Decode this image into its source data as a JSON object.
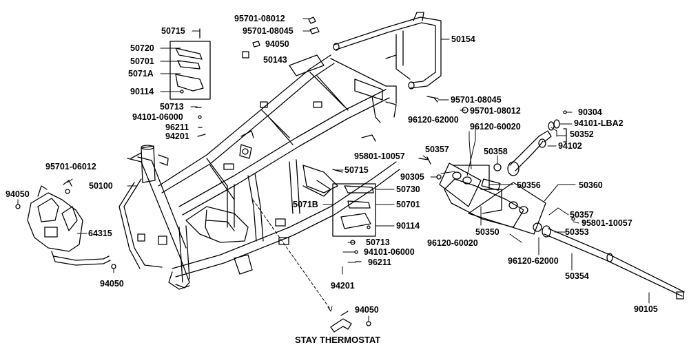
{
  "labels": {
    "l_50715_top": "50715",
    "l_50720": "50720",
    "l_50701_top": "50701",
    "l_5071A": "5071A",
    "l_90114_top": "90114",
    "l_50713_top": "50713",
    "l_94101_top": "94101-06000",
    "l_96211_top": "96211",
    "l_94201_top": "94201",
    "l_95701_08012_top": "95701-08012",
    "l_95701_08045_top": "95701-08045",
    "l_94050_top": "94050",
    "l_50143": "50143",
    "l_50154": "50154",
    "l_95701_08045_mid": "95701-08045",
    "l_95701_08012_mid": "95701-08012",
    "l_90304": "90304",
    "l_94101_LBA2": "94101-LBA2",
    "l_50352": "50352",
    "l_94102": "94102",
    "l_96120_62000_a": "96120-62000",
    "l_96120_60020_a": "96120-60020",
    "l_95801_10057_a": "95801-10057",
    "l_50357_a": "50357",
    "l_50358": "50358",
    "l_90305": "90305",
    "l_50356": "50356",
    "l_50360": "50360",
    "l_50357_b": "50357",
    "l_95801_10057_b": "95801-10057",
    "l_50353": "50353",
    "l_50350": "50350",
    "l_96120_60020_b": "96120-60020",
    "l_96120_62000_b": "96120-62000",
    "l_50354": "50354",
    "l_90105": "90105",
    "l_95701_06012": "95701-06012",
    "l_94050_left": "94050",
    "l_50100": "50100",
    "l_64315": "64315",
    "l_94050_bl": "94050",
    "l_50715_mid": "50715",
    "l_50730": "50730",
    "l_50701_mid": "50701",
    "l_5071B": "5071B",
    "l_90114_mid": "90114",
    "l_50713_mid": "50713",
    "l_94101_mid": "94101-06000",
    "l_96211_mid": "96211",
    "l_94201_mid": "94201",
    "l_94050_bottom": "94050",
    "l_stay_thermostat": "STAY THERMOSTAT"
  }
}
